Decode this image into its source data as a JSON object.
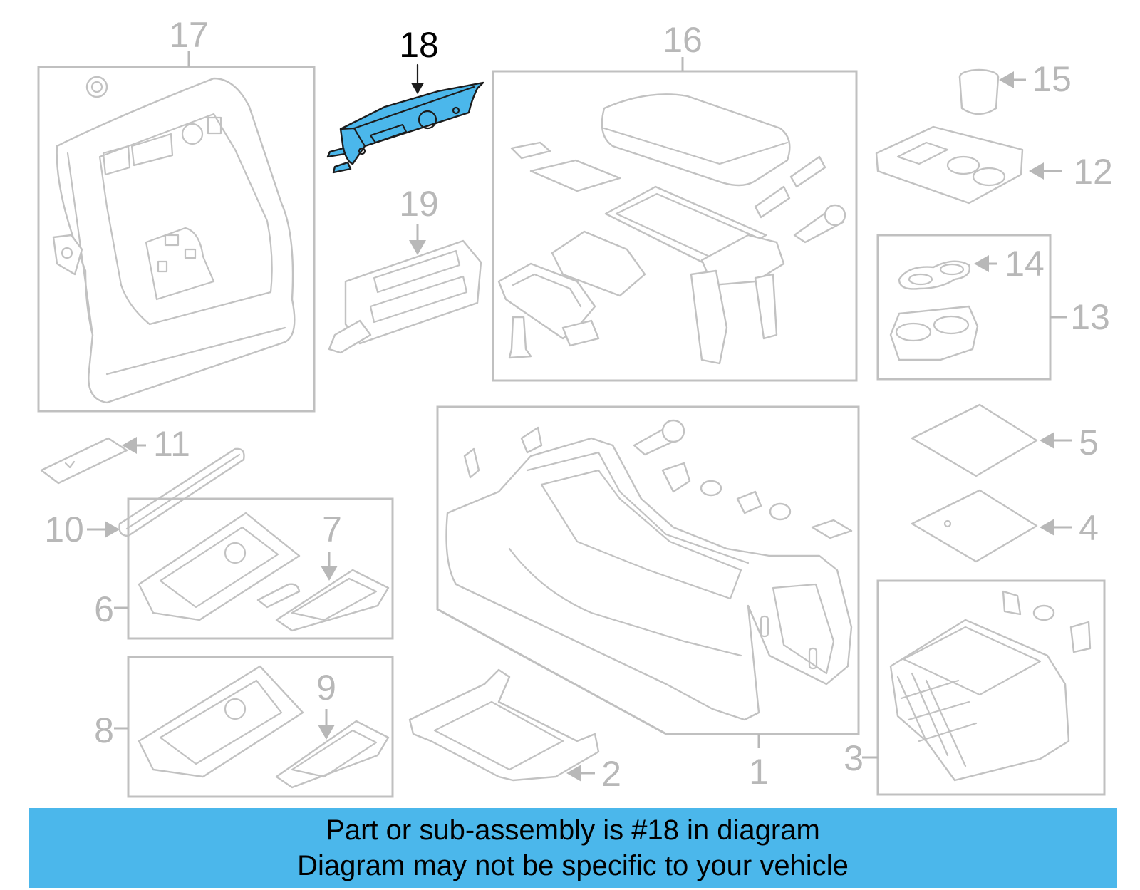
{
  "diagram": {
    "highlight_color": "#4bb7eb",
    "callout_color": "#b8b8b8",
    "active_callout": "18",
    "callouts": {
      "c1": "1",
      "c2": "2",
      "c3": "3",
      "c4": "4",
      "c5": "5",
      "c6": "6",
      "c7": "7",
      "c8": "8",
      "c9": "9",
      "c10": "10",
      "c11": "11",
      "c12": "12",
      "c13": "13",
      "c14": "14",
      "c15": "15",
      "c16": "16",
      "c17": "17",
      "c18": "18",
      "c19": "19"
    }
  },
  "banner": {
    "line1": "Part or sub-assembly is #18 in diagram",
    "line2": "Diagram may not be specific to your vehicle",
    "background": "#4bb7eb"
  }
}
